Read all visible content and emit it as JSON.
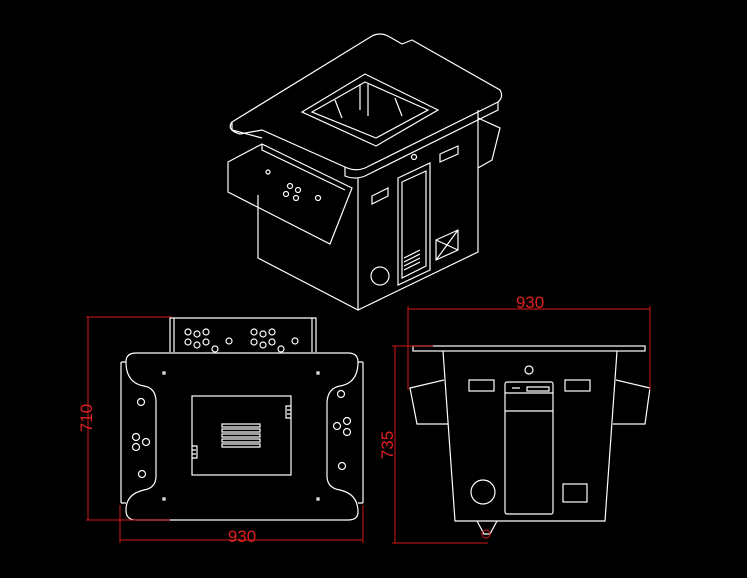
{
  "drawing": {
    "top_view": {
      "width_label": "930",
      "depth_label": "710"
    },
    "side_view": {
      "width_label": "930",
      "height_label": "735"
    }
  },
  "colors": {
    "background": "#000000",
    "lines": "#ffffff",
    "dimensions": "#d01818"
  }
}
